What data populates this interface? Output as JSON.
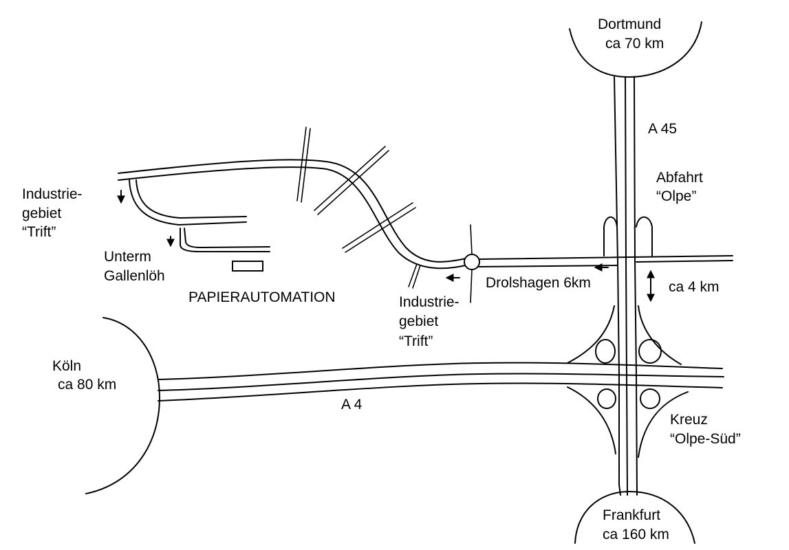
{
  "cities": {
    "dortmund": {
      "name": "Dortmund",
      "distance": "ca 70 km"
    },
    "koeln": {
      "name": "Köln",
      "distance": "ca 80 km"
    },
    "frankfurt": {
      "name": "Frankfurt",
      "distance": "ca 160 km"
    }
  },
  "roads": {
    "a45": "A 45",
    "a4": "A 4"
  },
  "exit": {
    "line1": "Abfahrt",
    "line2": "“Olpe”"
  },
  "interchange": {
    "line1": "Kreuz",
    "line2": "“Olpe-Süd”"
  },
  "drolshagen": "Drolshagen 6km",
  "distance_marker": "ca 4 km",
  "industrial_area_left": {
    "line1": "Industrie-",
    "line2": "gebiet",
    "line3": "“Trift”"
  },
  "industrial_area_center": {
    "line1": "Industrie-",
    "line2": "gebiet",
    "line3": "“Trift”"
  },
  "street": {
    "line1": "Unterm",
    "line2": "Gallenlöh"
  },
  "company": "PAPIERAUTOMATION"
}
